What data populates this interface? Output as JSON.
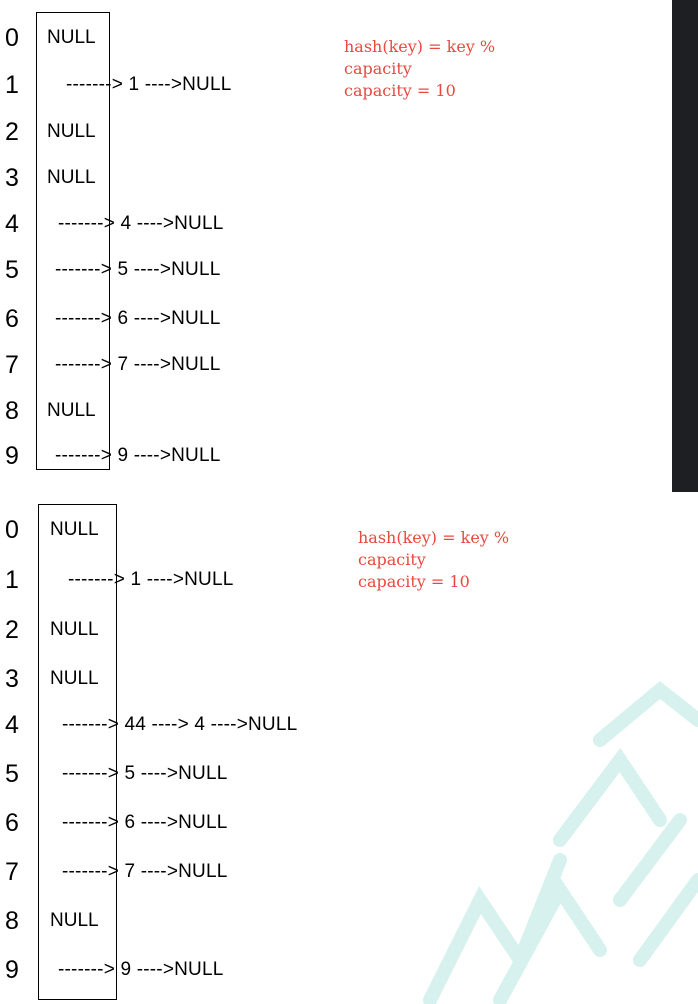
{
  "tables": [
    {
      "rows": [
        {
          "index": "0",
          "content": "NULL",
          "type": "null"
        },
        {
          "index": "1",
          "content": "-------> 1 ---->NULL",
          "type": "chain"
        },
        {
          "index": "2",
          "content": "NULL",
          "type": "null"
        },
        {
          "index": "3",
          "content": "NULL",
          "type": "null"
        },
        {
          "index": "4",
          "content": "-------> 4 ---->NULL",
          "type": "chain"
        },
        {
          "index": "5",
          "content": "-------> 5 ---->NULL",
          "type": "chain"
        },
        {
          "index": "6",
          "content": "-------> 6 ---->NULL",
          "type": "chain"
        },
        {
          "index": "7",
          "content": "-------> 7 ---->NULL",
          "type": "chain"
        },
        {
          "index": "8",
          "content": "NULL",
          "type": "null"
        },
        {
          "index": "9",
          "content": "-------> 9 ---->NULL",
          "type": "chain"
        }
      ],
      "formula": [
        "hash(key) = key %",
        "capacity",
        "capacity = 10"
      ]
    },
    {
      "rows": [
        {
          "index": "0",
          "content": "NULL",
          "type": "null"
        },
        {
          "index": "1",
          "content": "-------> 1 ---->NULL",
          "type": "chain"
        },
        {
          "index": "2",
          "content": "NULL",
          "type": "null"
        },
        {
          "index": "3",
          "content": "NULL",
          "type": "null"
        },
        {
          "index": "4",
          "content": "-------> 44 ----> 4 ---->NULL",
          "type": "chain"
        },
        {
          "index": "5",
          "content": "-------> 5 ---->NULL",
          "type": "chain"
        },
        {
          "index": "6",
          "content": "-------> 6 ---->NULL",
          "type": "chain"
        },
        {
          "index": "7",
          "content": "-------> 7 ---->NULL",
          "type": "chain"
        },
        {
          "index": "8",
          "content": "NULL",
          "type": "null"
        },
        {
          "index": "9",
          "content": "-------> 9 ---->NULL",
          "type": "chain"
        }
      ],
      "formula": [
        "hash(key) = key %",
        "capacity",
        "capacity = 10"
      ]
    }
  ],
  "colors": {
    "formula_text": "#e8483e",
    "watermark": "#d6f1ee",
    "dark_bar": "#1e1f23"
  }
}
